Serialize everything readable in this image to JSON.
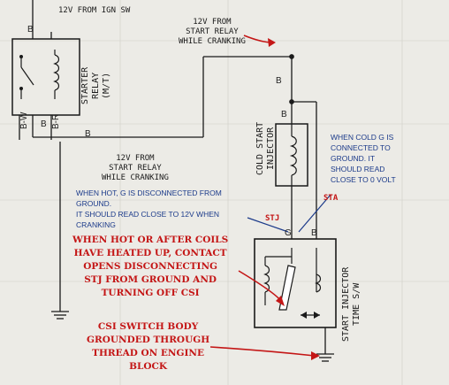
{
  "labels": {
    "ign_sw": "12V FROM IGN SW",
    "relay_top": "12V FROM\nSTART RELAY\nWHILE CRANKING",
    "relay_left": "12V FROM\nSTART RELAY\nWHILE CRANKING",
    "starter_relay": "STARTER\nRELAY\n(M/T)",
    "cold_start": "COLD START\nINJECTOR",
    "time_sw": "START INJECTOR\nTIME S/W",
    "wire_b": "B",
    "wire_bw": "B-W",
    "wire_br": "B-R",
    "wire_g": "G",
    "stj": "STJ",
    "sta": "STA"
  },
  "notes": {
    "cold_g": "WHEN COLD G IS\nCONNECTED TO\nGROUND. IT\nSHOULD READ\nCLOSE TO 0 VOLT",
    "hot_g": "WHEN HOT, G IS DISCONNECTED FROM\nGROUND.\nIT SHOULD READ CLOSE TO 12V WHEN\nCRANKING",
    "hot_coils": "WHEN HOT OR AFTER COILS\nHAVE HEATED UP, CONTACT\nOPENS DISCONNECTING\nSTJ FROM GROUND AND\nTURNING OFF CSI",
    "csi_ground": "CSI SWITCH BODY\nGROUNDED THROUGH\nTHREAD ON ENGINE\nBLOCK"
  },
  "colors": {
    "wire": "#1a1a1a",
    "annotation_red": "#c41616",
    "annotation_blue": "#1b3a8a"
  }
}
